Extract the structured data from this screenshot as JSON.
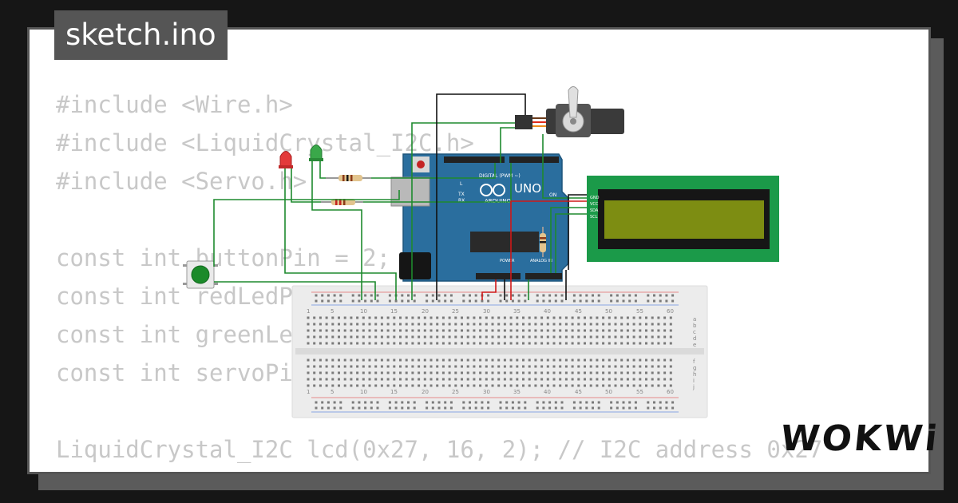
{
  "tab": {
    "filename": "sketch.ino"
  },
  "code_lines": [
    "#include <Wire.h>",
    "#include <LiquidCrystal_I2C.h>",
    "#include <Servo.h>",
    "",
    "const int buttonPin = 2;",
    "const int redLedPin = 3;",
    "const int greenLedPin = 4;",
    "const int servoPin = 9;",
    "",
    "LiquidCrystal_I2C lcd(0x27, 16, 2); // I2C address 0x27"
  ],
  "logo": {
    "text": "WOKWi"
  },
  "arduino": {
    "model_label": "UNO",
    "brand_label": "ARDUINO",
    "digital_label": "DIGITAL (PWM ~)",
    "analog_label": "ANALOG IN",
    "power_label": "POWER",
    "on_label": "ON",
    "tx_label": "TX",
    "rx_label": "RX",
    "l_label": "L"
  },
  "lcd_pins": [
    "GND",
    "VCC",
    "SDA",
    "SCL"
  ],
  "breadboard": {
    "column_numbers": [
      "1",
      "5",
      "10",
      "15",
      "20",
      "25",
      "30",
      "35",
      "40",
      "45",
      "50",
      "55",
      "60"
    ],
    "row_letters_top": [
      "a",
      "b",
      "c",
      "d",
      "e"
    ],
    "row_letters_bottom": [
      "f",
      "g",
      "h",
      "i",
      "j"
    ]
  },
  "colors": {
    "background": "#161616",
    "card": "#ffffff",
    "tab_bg": "#555555",
    "code_text": "#c8c8c8",
    "arduino_blue": "#2a6e9e",
    "lcd_green": "#1b9a49",
    "lcd_screen": "#7d8d12",
    "wire_green": "#1e8a2e",
    "wire_black": "#111111",
    "wire_red": "#d01818"
  }
}
